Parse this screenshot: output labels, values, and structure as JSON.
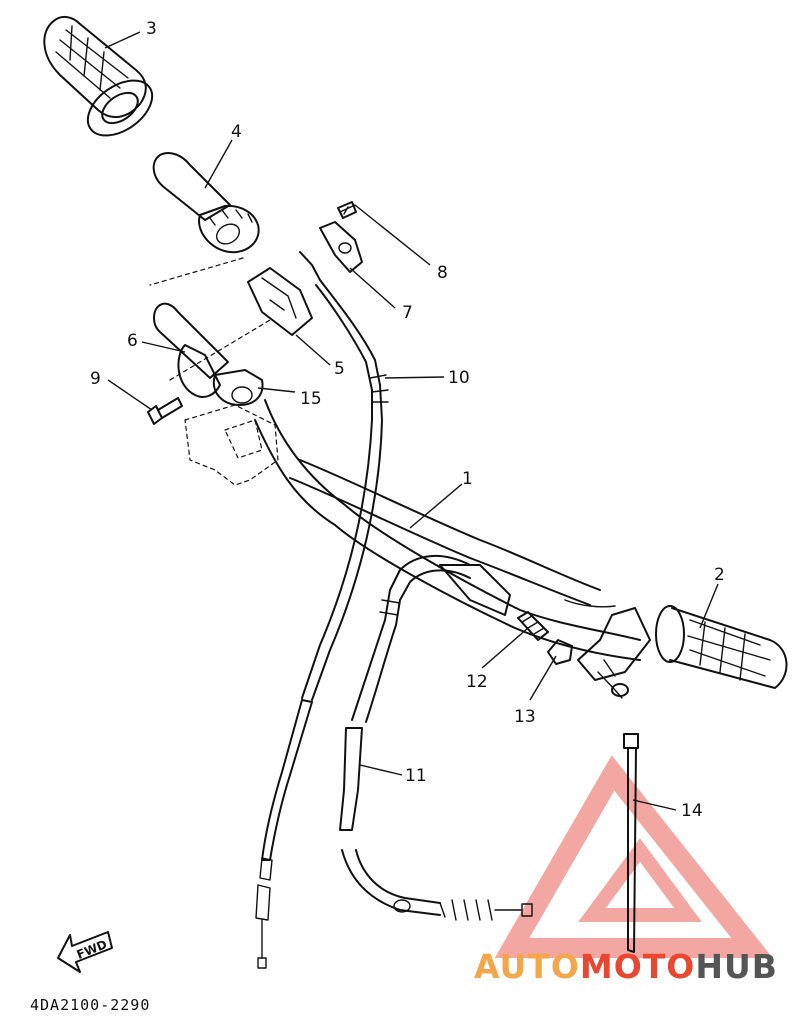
{
  "diagram": {
    "part_numbers": [
      "1",
      "2",
      "3",
      "4",
      "5",
      "6",
      "7",
      "8",
      "9",
      "10",
      "11",
      "12",
      "13",
      "14",
      "15"
    ],
    "reference_code": "4DA2100-2290",
    "direction_arrow_label": "FWD"
  },
  "watermark": {
    "brand_part1": "AUTO",
    "brand_part2": "MOTO",
    "brand_part3": "HUB",
    "colors": {
      "part1": "#f3a64a",
      "part2": "#e9472f",
      "part3": "#555555",
      "logo": "#f08a84"
    }
  }
}
